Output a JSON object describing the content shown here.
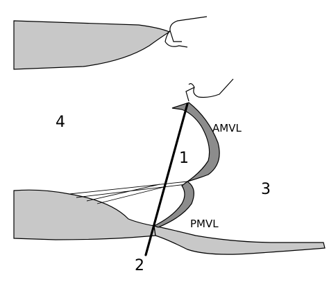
{
  "diagram": {
    "labels": {
      "region_4": "4",
      "region_1": "1",
      "region_3": "3",
      "line_2": "2",
      "amvl": "AMVL",
      "pmvl": "PMVL"
    },
    "colors": {
      "tissue_fill": "#c8c8c8",
      "outline": "#000000",
      "leaflet_dark": "#8c8c8c",
      "background": "#ffffff"
    }
  }
}
